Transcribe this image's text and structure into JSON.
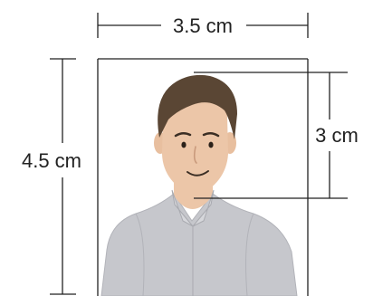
{
  "dimensions": {
    "width_label": "3.5 cm",
    "height_label": "4.5 cm",
    "head_label": "3 cm"
  },
  "colors": {
    "line": "#222222",
    "skin": "#ecc6a8",
    "hair": "#5a4634",
    "shirt": "#c6c7cc"
  }
}
